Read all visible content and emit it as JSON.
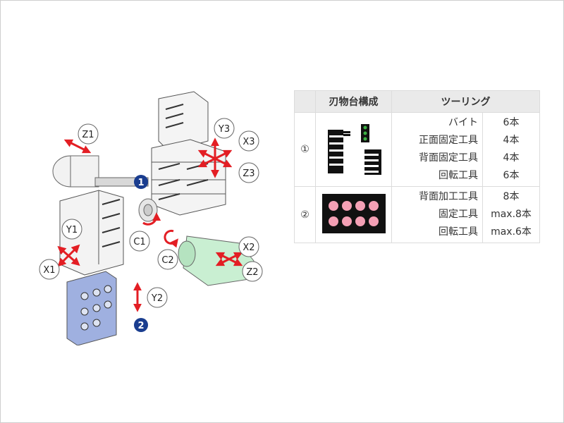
{
  "diagram": {
    "axes": [
      "Z1",
      "Y1",
      "X1",
      "C1",
      "Y3",
      "X3",
      "Z3",
      "C2",
      "X2",
      "Z2",
      "Y2"
    ],
    "badges": [
      "1",
      "2"
    ],
    "colors": {
      "arrow": "#e31e24",
      "badge": "#1a3d8f",
      "turret2": "#9fb0e0",
      "spindle2": "#c9efd2"
    }
  },
  "table": {
    "headers": [
      "刃物台構成",
      "ツーリング"
    ],
    "rows": [
      {
        "num": "①",
        "image": "turret-1-tool-icons",
        "tools": [
          "バイト",
          "正面固定工具",
          "背面固定工具",
          "回転工具"
        ],
        "counts": [
          "6本",
          "4本",
          "4本",
          "6本"
        ]
      },
      {
        "num": "②",
        "image": "turret-2-tool-grid",
        "tools": [
          "背面加工工具",
          "固定工具",
          "回転工具"
        ],
        "counts": [
          "8本",
          "max.8本",
          "max.6本"
        ]
      }
    ]
  }
}
